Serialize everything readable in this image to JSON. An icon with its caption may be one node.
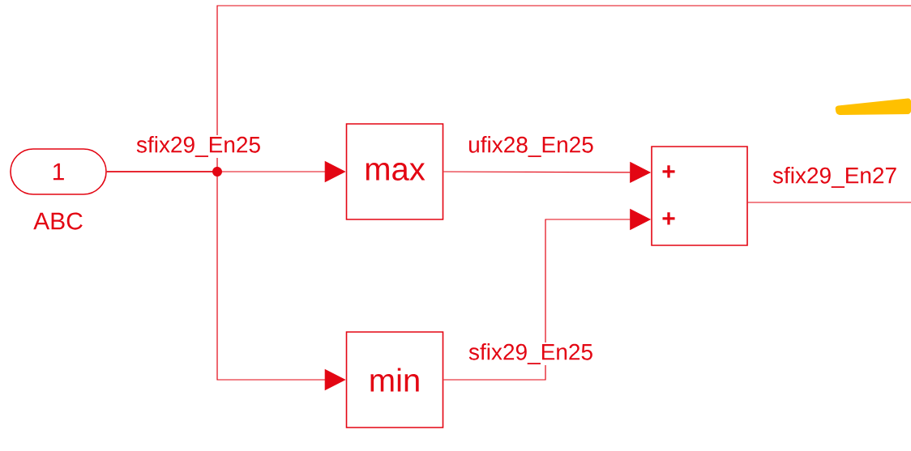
{
  "diagram": {
    "nodes": [
      {
        "text": [
          "1"
        ],
        "beside": [
          "ABC"
        ]
      },
      {
        "text": [
          "max"
        ]
      },
      {
        "text": [
          "min"
        ]
      },
      {
        "text": [
          "+",
          "+"
        ]
      }
    ],
    "edges": [
      {
        "from": 0,
        "to": 1,
        "arrow": "to",
        "label": "sfix29_En25"
      },
      {
        "from": 0,
        "to": 2,
        "arrow": "to"
      },
      {
        "from": 0,
        "to": null,
        "arrow": "none"
      },
      {
        "from": 1,
        "to": 3,
        "arrow": "to",
        "label": "ufix28_En25"
      },
      {
        "from": 2,
        "to": 3,
        "arrow": "to",
        "label": "sfix29_En25"
      },
      {
        "from": 3,
        "to": null,
        "arrow": "none",
        "label": "sfix29_En27"
      }
    ]
  }
}
